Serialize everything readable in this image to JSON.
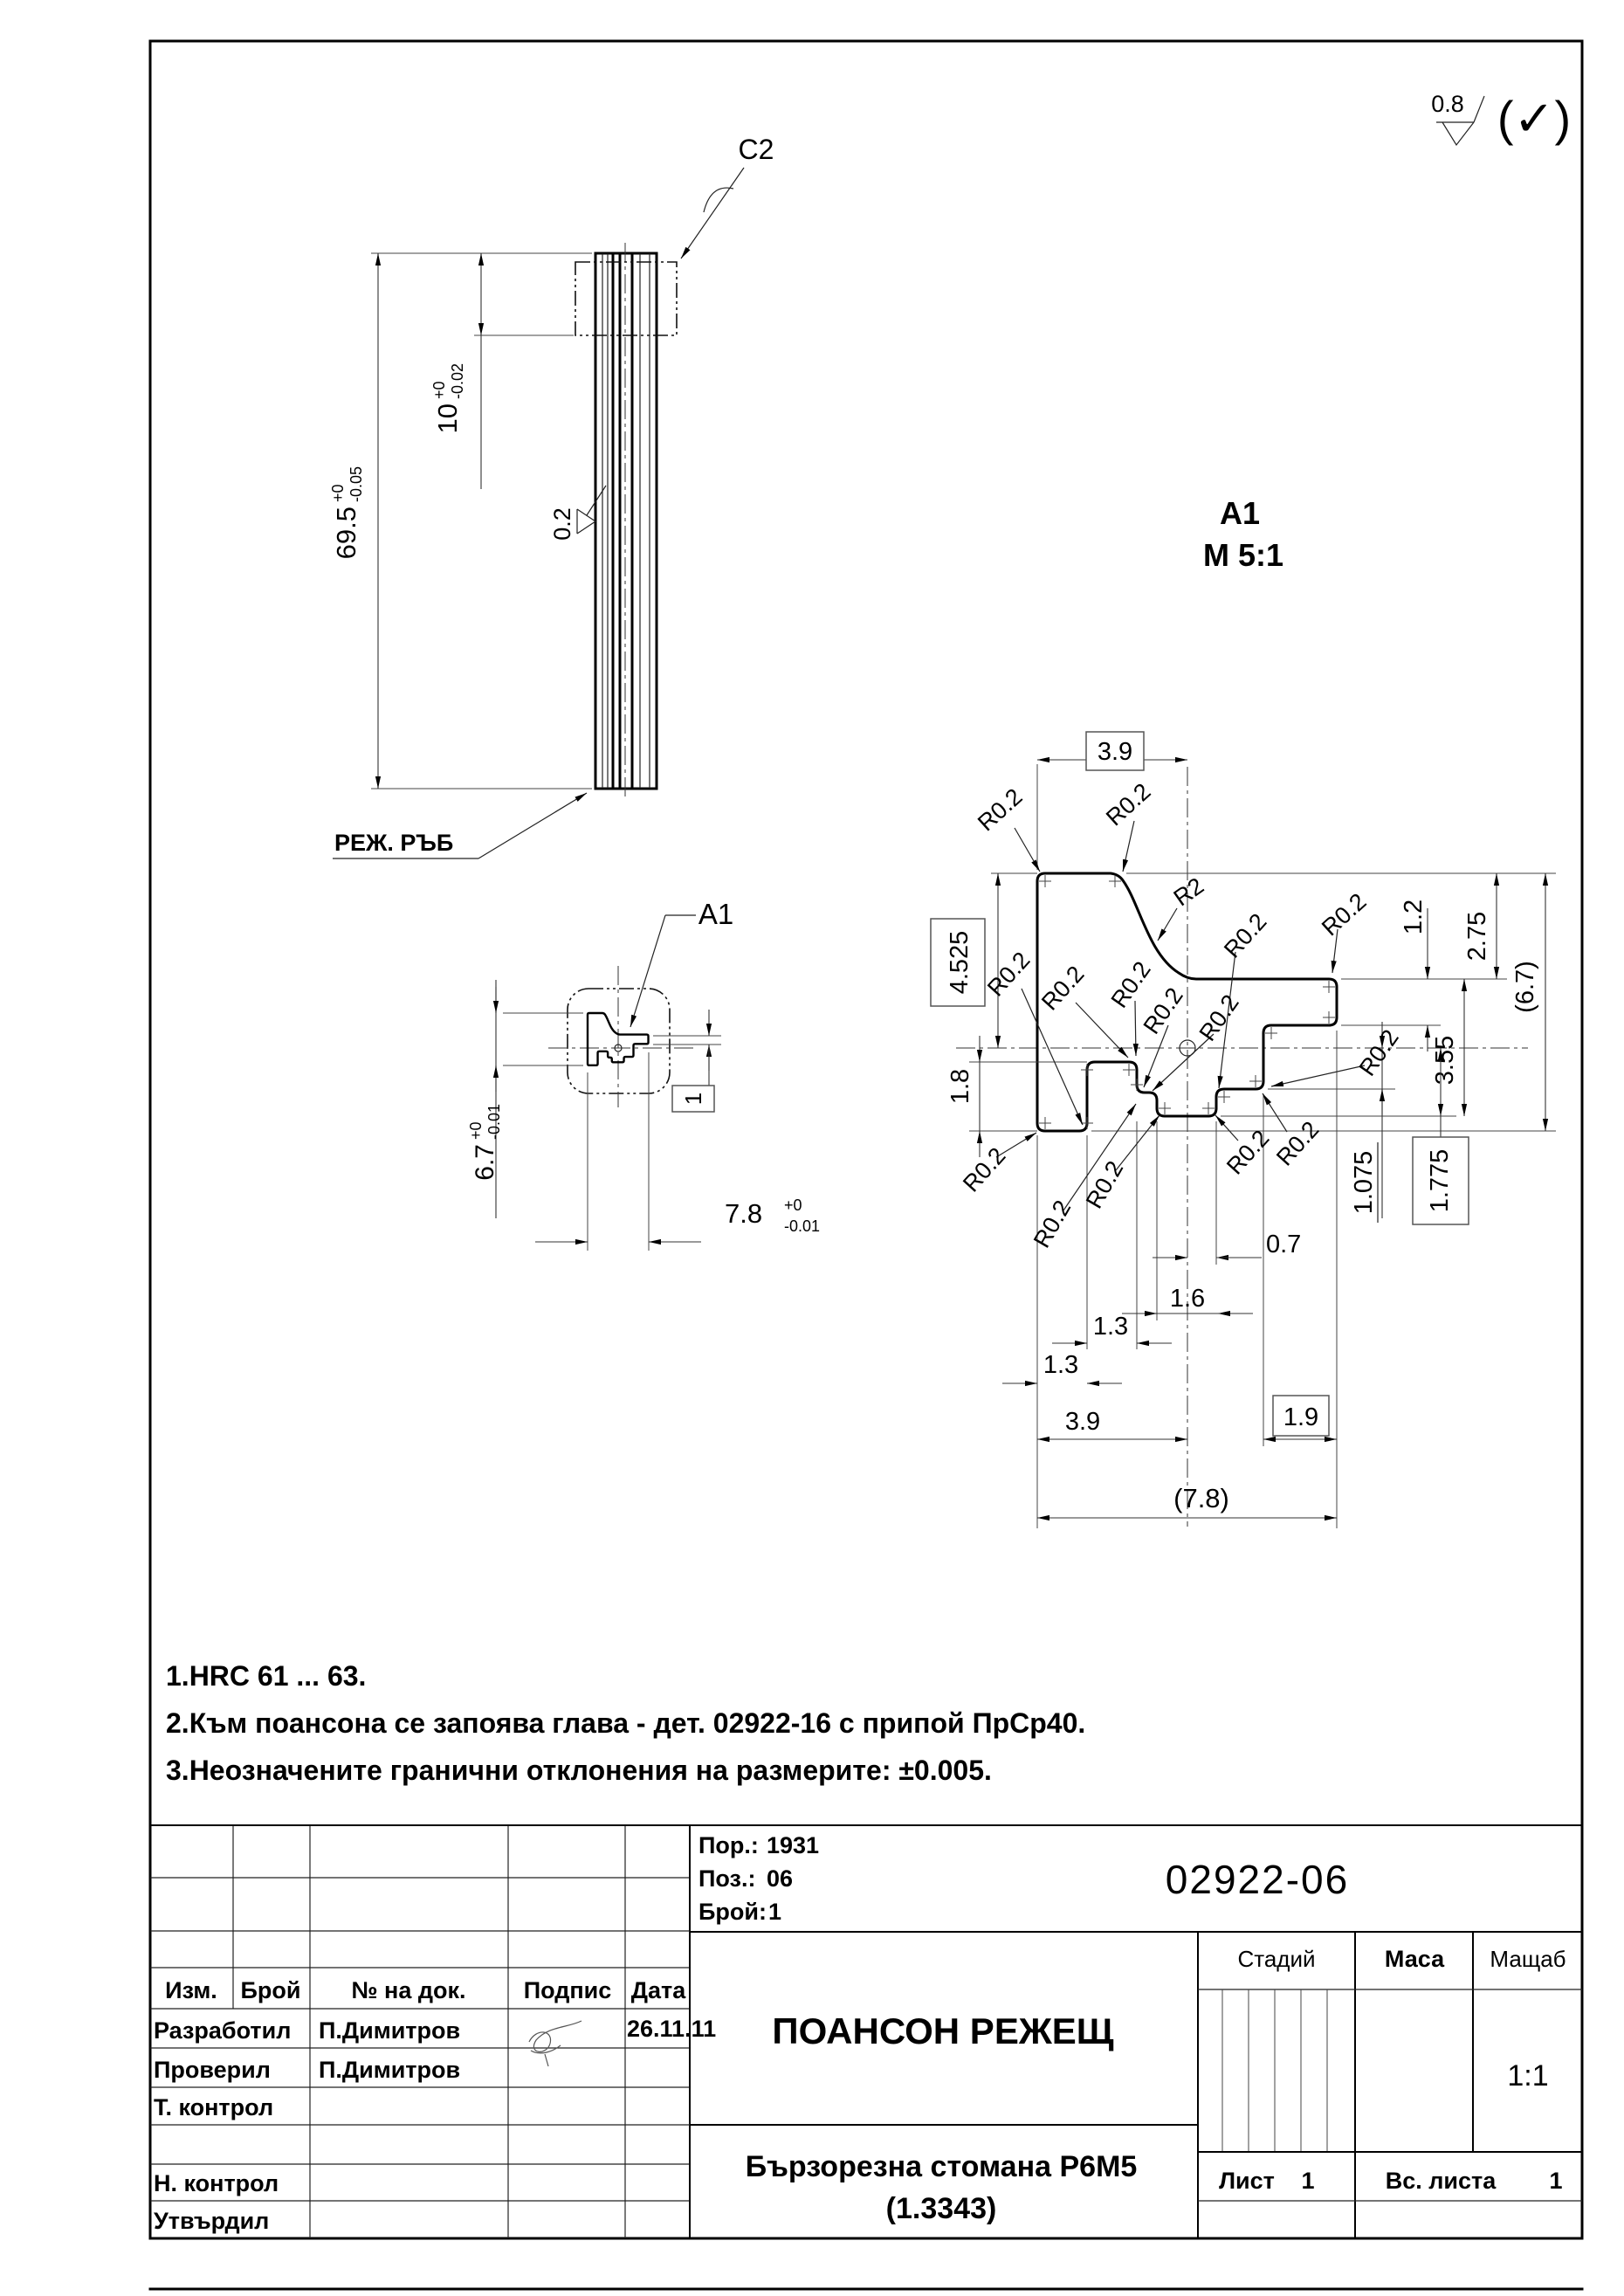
{
  "finish_mark": {
    "roughness": "0.8",
    "allover": "(✓)"
  },
  "left_view": {
    "callout": "C2",
    "cutting_edge_label": "РЕЖ. РЪБ",
    "dim_height": {
      "v": "69.5",
      "tp": "+0",
      "tm": "-0.05"
    },
    "dim_head": {
      "v": "10",
      "tp": "+0",
      "tm": "-0.02"
    },
    "dim_flat": "0.2"
  },
  "section_view": {
    "callout": "A1",
    "dim_height": {
      "v": "6.7",
      "tp": "+0",
      "tm": "-0.01"
    },
    "dim_width": {
      "v": "7.8",
      "tp": "+0",
      "tm": "-0.01"
    },
    "dim_boxed": "1"
  },
  "detail_view": {
    "title": "A1",
    "scale": "М 5:1",
    "r02": "R0.2",
    "r2": "R2",
    "dim_top_width": "3.9",
    "dim_4525": "4.525",
    "dim_18": "1.8",
    "dim_12": "1.2",
    "dim_275": "2.75",
    "dim_67": "(6.7)",
    "dim_355": "3.55",
    "dim_1075": "1.075",
    "dim_1775": "1.775",
    "dim_07": "0.7",
    "dim_16": "1.6",
    "dim_13a": "1.3",
    "dim_13b": "1.3",
    "dim_39": "3.9",
    "dim_19": "1.9",
    "dim_78": "(7.8)"
  },
  "notes": {
    "line1": "1.HRC 61 ... 63.",
    "line2": "2.Към поансона се запоява глава - дет. 02922-16 с припой ПрСр40.",
    "line3": "3.Неозначените гранични отклонения на размерите: ±0.005."
  },
  "title_block": {
    "por_label": "Пор.:",
    "por_value": "1931",
    "poz_label": "Поз.:",
    "poz_value": "06",
    "broy_label": "Брой:",
    "broy_value": "1",
    "doc_number": "02922-06",
    "stage_header": "Стадий",
    "mass_header": "Маса",
    "scale_header": "Мащаб",
    "scale_value": "1:1",
    "sheet_label": "Лист",
    "sheet_value": "1",
    "sheets_label": "Вс. листа",
    "sheets_value": "1",
    "part_title": "ПОАНСОН РЕЖЕЩ",
    "material_line1": "Бързорезна стомана Р6М5",
    "material_line2": "(1.3343)",
    "col_izm": "Изм.",
    "col_broy": "Брой",
    "col_doc": "№ на док.",
    "col_podpis": "Подпис",
    "col_data": "Дата",
    "row_developed": "Разработил",
    "row_developed_name": "П.Димитров",
    "row_developed_date": "26.11.11",
    "row_checked": "Проверил",
    "row_checked_name": "П.Димитров",
    "row_tcontrol": "Т. контрол",
    "row_ncontrol": "Н. контрол",
    "row_approved": "Утвърдил"
  }
}
